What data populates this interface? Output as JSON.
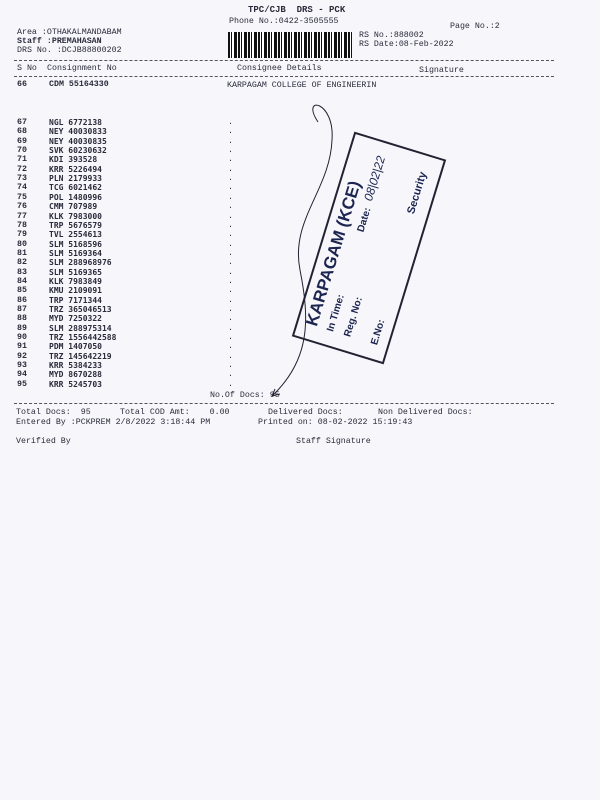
{
  "header": {
    "title": "TPC/CJB  DRS - PCK",
    "phone": "Phone No.:0422-3505555",
    "area": "Area :OTHAKALMANDABAM",
    "staff": "Staff :PREMAHASAN",
    "drs_no": "DRS No. :DCJB88800202",
    "rs_no": "RS No.:888002",
    "rs_date": "RS Date:08-Feb-2022",
    "page_no": "Page No.:2"
  },
  "columns": {
    "sno": "S No",
    "consignment": "Consignment No",
    "consignee": "Consignee Details",
    "signature": "Signature"
  },
  "first_row": {
    "sno": "66",
    "cn": "CDM 55164330",
    "consignee": "KARPAGAM COLLEGE OF ENGINEERIN"
  },
  "rows": [
    [
      "67",
      "NGL 6772138"
    ],
    [
      "68",
      "NEY 40030833"
    ],
    [
      "69",
      "NEY 40030835"
    ],
    [
      "70",
      "SVK 60230632"
    ],
    [
      "71",
      "KDI 393528"
    ],
    [
      "72",
      "KRR 5226494"
    ],
    [
      "73",
      "PLN 2179933"
    ],
    [
      "74",
      "TCG 6021462"
    ],
    [
      "75",
      "POL 1480996"
    ],
    [
      "76",
      "CMM 707989"
    ],
    [
      "77",
      "KLK 7983000"
    ],
    [
      "78",
      "TRP 5676579"
    ],
    [
      "79",
      "TVL 2554613"
    ],
    [
      "80",
      "SLM 5168596"
    ],
    [
      "81",
      "SLM 5169364"
    ],
    [
      "82",
      "SLM 288968976"
    ],
    [
      "83",
      "SLM 5169365"
    ],
    [
      "84",
      "KLK 7983849"
    ],
    [
      "85",
      "KMU 2109091"
    ],
    [
      "86",
      "TRP 7171344"
    ],
    [
      "87",
      "TRZ 365046513"
    ],
    [
      "88",
      "MYD 7250322"
    ],
    [
      "89",
      "SLM 288975314"
    ],
    [
      "90",
      "TRZ 1556442588"
    ],
    [
      "91",
      "PDM 1407050"
    ],
    [
      "92",
      "TRZ 145642219"
    ],
    [
      "93",
      "KRR 5384233"
    ],
    [
      "94",
      "MYD 8670288"
    ],
    [
      "95",
      "KRR 5245703"
    ]
  ],
  "no_of_docs": "No.Of Docs: 95",
  "footer": {
    "total_docs": "Total Docs:  95",
    "total_cod": "Total COD Amt:    0.00",
    "delivered": "Delivered Docs:",
    "non_delivered": "Non Delivered Docs:",
    "entered_by": "Entered By :PCKPREM 2/8/2022 3:18:44 PM",
    "printed_on": "Printed on: 08-02-2022 15:19:43",
    "verified_by": "Verified By",
    "staff_signature": "Staff Signature"
  },
  "stamp": {
    "title": "KARPAGAM (KCE)",
    "in_time": "In Time:",
    "date": "Date:",
    "date_value": "08|02|22",
    "reg_no": "Reg. No:",
    "e_no": "E.No:",
    "security": "Security"
  }
}
